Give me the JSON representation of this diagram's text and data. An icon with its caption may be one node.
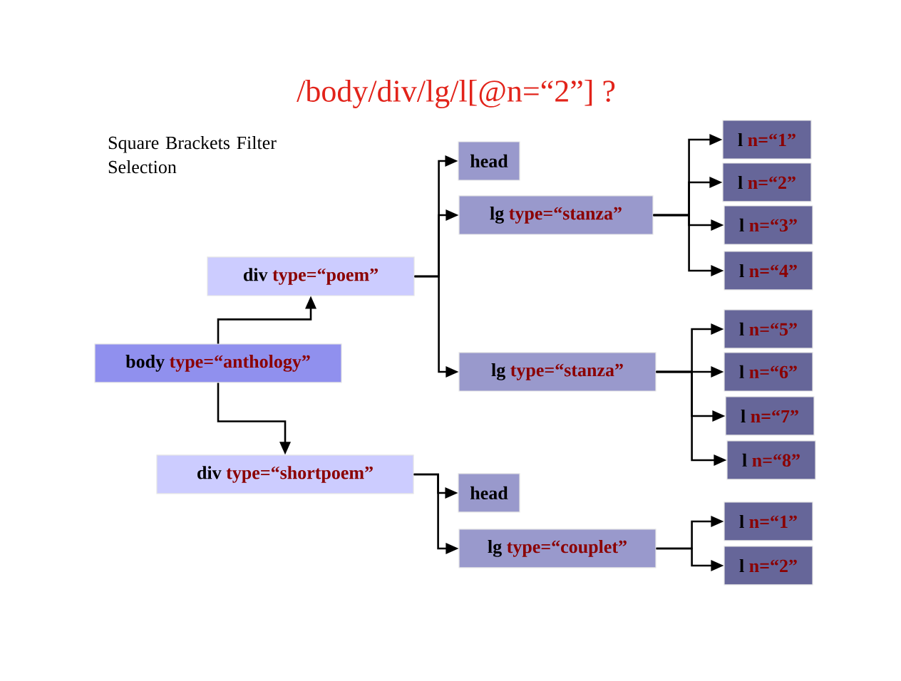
{
  "diagram": {
    "title": "/body/div/lg/l[@n=“2”]  ?",
    "nodes": [
      {
        "text": [
          "body",
          "type=“anthology”"
        ]
      },
      {
        "text": [
          "div",
          "type=“poem”"
        ]
      },
      {
        "text": [
          "div",
          "type=“shortpoem”"
        ]
      },
      {
        "text": [
          "head"
        ]
      },
      {
        "text": [
          "lg",
          "type=“stanza”"
        ]
      },
      {
        "text": [
          "lg",
          "type=“stanza”"
        ]
      },
      {
        "text": [
          "l",
          "n=“1”"
        ]
      },
      {
        "text": [
          "l",
          "n=“2”"
        ]
      },
      {
        "text": [
          "l",
          "n=“3”"
        ]
      },
      {
        "text": [
          "l",
          "n=“4”"
        ]
      },
      {
        "text": [
          "l",
          "n=“5”"
        ]
      },
      {
        "text": [
          "l",
          "n=“6”"
        ]
      },
      {
        "text": [
          "l",
          "n=“7”"
        ]
      },
      {
        "text": [
          "l",
          "n=“8”"
        ]
      },
      {
        "text": [
          "head"
        ]
      },
      {
        "text": [
          "lg",
          "type=“couplet”"
        ]
      },
      {
        "text": [
          "l",
          "n=“1”"
        ]
      },
      {
        "text": [
          "l",
          "n=“2”"
        ]
      }
    ],
    "edges": [
      {
        "from": 0,
        "to": 1,
        "arrow": "to"
      },
      {
        "from": 0,
        "to": 2,
        "arrow": "to"
      },
      {
        "from": 1,
        "to": 3,
        "arrow": "to"
      },
      {
        "from": 1,
        "to": 4,
        "arrow": "to"
      },
      {
        "from": 1,
        "to": 5,
        "arrow": "to"
      },
      {
        "from": 4,
        "to": 6,
        "arrow": "to"
      },
      {
        "from": 4,
        "to": 7,
        "arrow": "to"
      },
      {
        "from": 4,
        "to": 8,
        "arrow": "to"
      },
      {
        "from": 4,
        "to": 9,
        "arrow": "to"
      },
      {
        "from": 5,
        "to": 10,
        "arrow": "to"
      },
      {
        "from": 5,
        "to": 11,
        "arrow": "to"
      },
      {
        "from": 5,
        "to": 12,
        "arrow": "to"
      },
      {
        "from": 5,
        "to": 13,
        "arrow": "to"
      },
      {
        "from": 2,
        "to": 14,
        "arrow": "to"
      },
      {
        "from": 2,
        "to": 15,
        "arrow": "to"
      },
      {
        "from": 15,
        "to": 16,
        "arrow": "to"
      },
      {
        "from": 15,
        "to": 17,
        "arrow": "to"
      }
    ],
    "labels": [
      "Square Brackets Filter Selection"
    ]
  }
}
